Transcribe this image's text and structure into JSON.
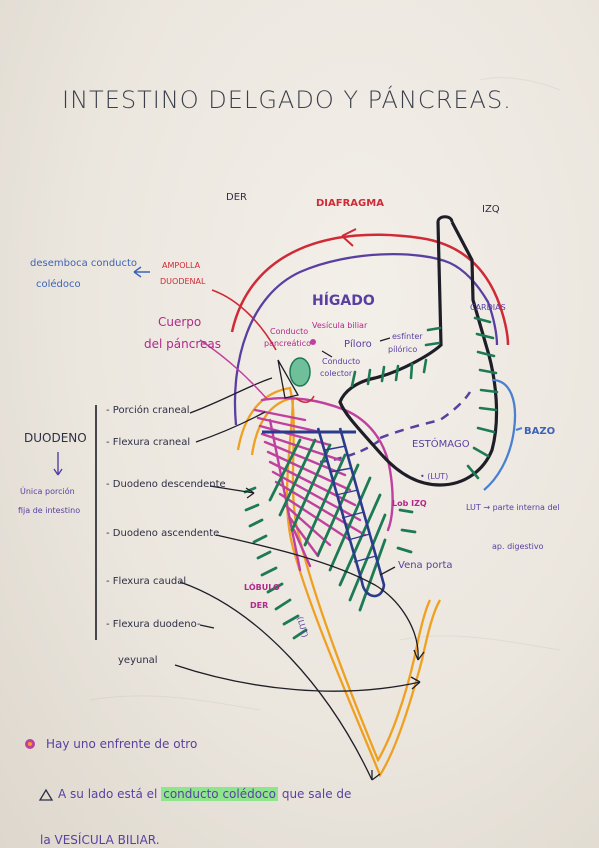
{
  "title": "INTESTINO DELGADO Y PÁNCREAS.",
  "orientation": {
    "right": "DER",
    "left": "IZQ"
  },
  "labels": {
    "diafragma": "DIAFRAGMA",
    "higado": "HÍGADO",
    "ampolla": [
      "AMPOLLA",
      "DUODENAL"
    ],
    "desemboca": [
      "desemboca conducto",
      "colédoco"
    ],
    "cuerpo": [
      "Cuerpo",
      "del páncreas"
    ],
    "conducto_pancreatico": [
      "Conducto",
      "pancreático"
    ],
    "vesicula": "Vesícula biliar",
    "conducto_colector": [
      "Conducto",
      "colector"
    ],
    "piloro": "Píloro",
    "esfinter": [
      "esfínter",
      "pílórico"
    ],
    "cardias": "CARDIAS",
    "bazo": "BAZO",
    "estomago": [
      "ESTÓMAGO",
      "• (LUT)"
    ],
    "lobulo_izq": "Lob IZQ",
    "lut_note": [
      "LUT → parte interna del",
      "ap. digestivo"
    ],
    "vena_porta": "Vena porta",
    "lobulo_der": [
      "LÓBULO",
      "DER"
    ],
    "lut_v": "(LUT)"
  },
  "duodeno": {
    "heading": "DUODENO",
    "note": [
      "Única porción",
      "fija de intestino"
    ],
    "parts": [
      "Porción craneal",
      "Flexura craneal",
      "Duodeno descendente",
      "Duodeno ascendente",
      "Flexura caudal",
      "Flexura duodeno-"
    ],
    "yeyunal": "yeyunal"
  },
  "notes": {
    "line1": "Hay uno enfrente de otro",
    "line2_prefix": "A su lado está el",
    "line2_highlight": "conducto colédoco",
    "line2_suffix": "que sale de",
    "line3": "la VESÍCULA BILIAR."
  },
  "colors": {
    "red": "#cf2a35",
    "purple": "#5a3fa2",
    "black": "#1e1e28",
    "orange": "#f0a020",
    "magenta": "#c040a0",
    "green": "#1d7a55",
    "navy": "#2c3a8c",
    "blue": "#4a80d0",
    "highlight": "#8ee58e"
  }
}
